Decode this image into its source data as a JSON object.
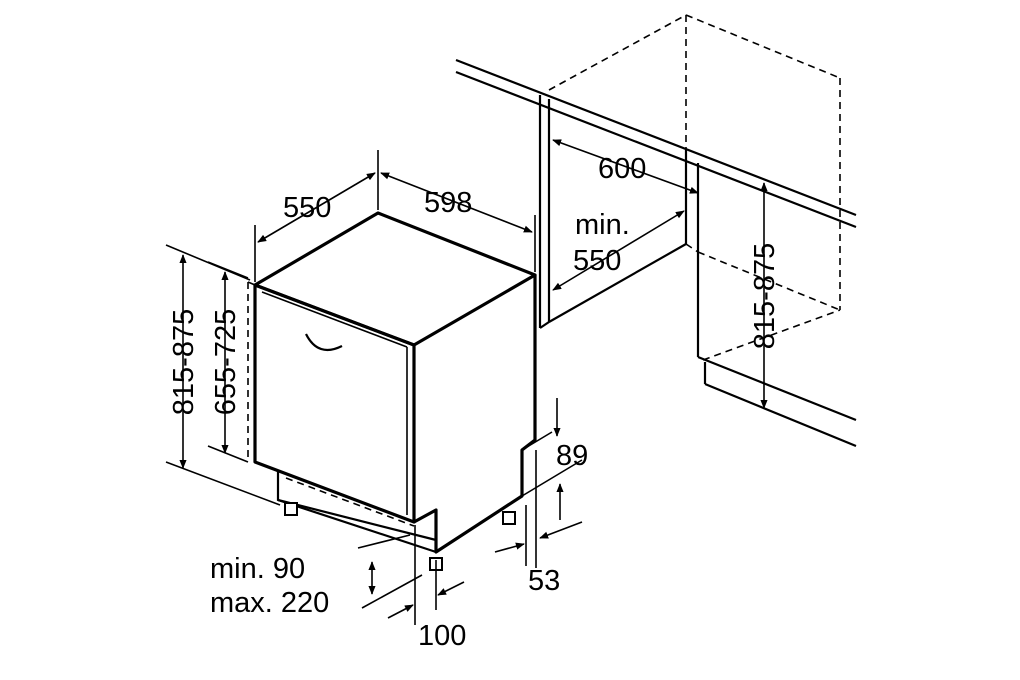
{
  "labels": {
    "depth": "550",
    "width": "598",
    "height_total": "815-875",
    "height_door": "655-725",
    "niche_width": "600",
    "niche_depth_min": "min.",
    "niche_depth_value": "550",
    "niche_height": "815-875",
    "plinth_height": "89",
    "plinth_depth": "53",
    "plinth_gap_min": "min. 90",
    "plinth_gap_max": "max. 220",
    "foot_offset": "100"
  },
  "colors": {
    "line": "#000000",
    "background": "#ffffff"
  }
}
